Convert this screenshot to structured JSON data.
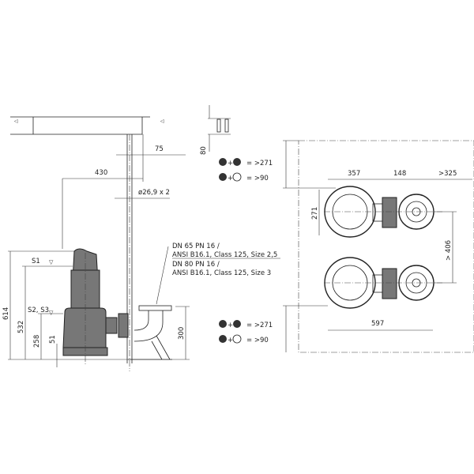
{
  "dimensions": {
    "d75": "75",
    "d430": "430",
    "pipe": "ø26,9 x 2",
    "d80": "80",
    "d614": "614",
    "d532": "532",
    "d258": "258",
    "d51": "51",
    "d300": "300",
    "d357": "357",
    "d148": "148",
    "d325": ">325",
    "d271": "271",
    "d406": "> 406",
    "d597": "597"
  },
  "levels": {
    "s1": "S1",
    "s23": "S2, S3"
  },
  "flange_labels": {
    "line1": "DN 65 PN 16 /",
    "line2": "ANSI B16.1, Class 125, Size 2,5",
    "line3": "DN 80 PN 16 /",
    "line4": "ANSI B16.1, Class 125, Size 3"
  },
  "legend": {
    "plus": "+",
    "both_running": "= >271",
    "one_running": "= >90"
  }
}
